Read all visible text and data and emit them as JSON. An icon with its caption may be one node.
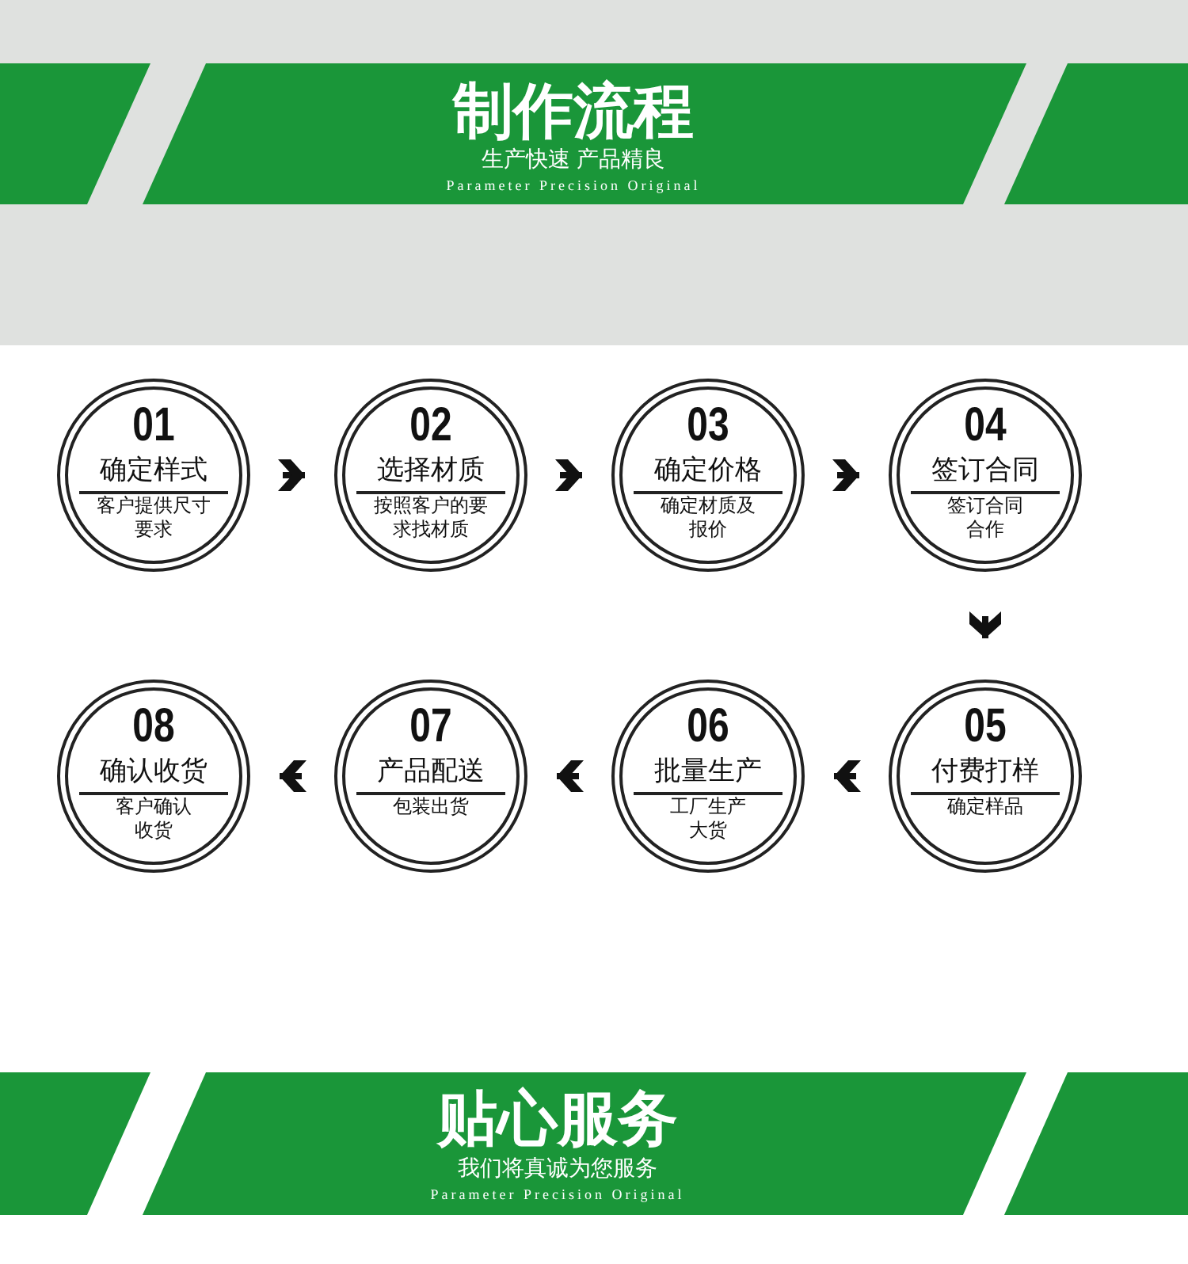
{
  "diagram": {
    "nodes": [
      {
        "text": [
          "01",
          "确定样式",
          "客户提供尺寸要求"
        ]
      },
      {
        "text": [
          "02",
          "选择材质",
          "按照客户的要求找材质"
        ]
      },
      {
        "text": [
          "03",
          "确定价格",
          "确定材质及报价"
        ]
      },
      {
        "text": [
          "04",
          "签订合同",
          "签订合同合作"
        ]
      },
      {
        "text": [
          "05",
          "付费打样",
          "确定样品"
        ]
      },
      {
        "text": [
          "06",
          "批量生产",
          "工厂生产大货"
        ]
      },
      {
        "text": [
          "07",
          "产品配送",
          "包装出货"
        ]
      },
      {
        "text": [
          "08",
          "确认收货",
          "客户确认收货"
        ]
      }
    ],
    "edges": [
      {
        "from": 0,
        "to": 1,
        "arrow": "to"
      },
      {
        "from": 1,
        "to": 2,
        "arrow": "to"
      },
      {
        "from": 2,
        "to": 3,
        "arrow": "to"
      },
      {
        "from": 3,
        "to": 4,
        "arrow": "to"
      },
      {
        "from": 4,
        "to": 5,
        "arrow": "to"
      },
      {
        "from": 5,
        "to": 6,
        "arrow": "to"
      },
      {
        "from": 6,
        "to": 7,
        "arrow": "to"
      }
    ],
    "labels": [
      "制作流程",
      "生产快速 产品精良",
      "Parameter Precision Original",
      "贴心服务",
      "我们将真诚为您服务",
      "Parameter Precision Original"
    ]
  }
}
